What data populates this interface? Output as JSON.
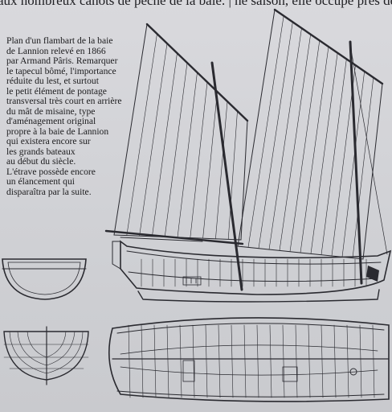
{
  "running_text": "aux nombreux canots de pêche de la baie. | ne saison, elle occupe près de quat",
  "caption_lines": [
    "Plan d'un flambart de la baie",
    "de Lannion relevé en 1866",
    "par Armand Pâris. Remarquer",
    "le tapecul bômé, l'importance",
    "réduite du lest, et surtout",
    "le petit élément de pontage",
    "transversal très court en arrière",
    "du mât de misaine, type",
    "d'aménagement original",
    "propre à la baie de Lannion",
    "qui existera encore sur",
    "les grands bateaux",
    "au début du siècle.",
    "L'étrave possède encore",
    "un élancement qui",
    "disparaîtra par la suite."
  ],
  "colors": {
    "paper": "#d3d3d7",
    "ink": "#2a2a30"
  }
}
